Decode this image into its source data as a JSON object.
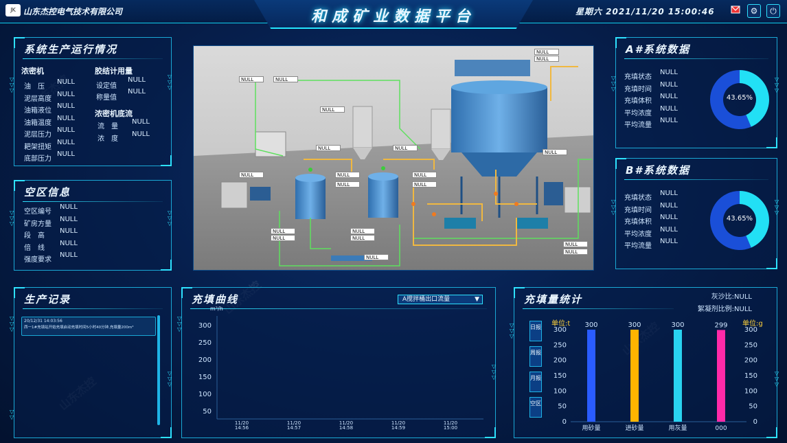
{
  "header": {
    "company": "山东杰控电气技术有限公司",
    "logo_text": "JK",
    "title": "和成矿业数据平台",
    "datetime": "星期六  2021/11/20  15:00:46",
    "colors": {
      "accent": "#2ee2ff",
      "bg": "#04163a"
    }
  },
  "icons": {
    "mail": "mail-icon",
    "settings": "gear-icon",
    "power": "power-icon"
  },
  "production": {
    "title": "系统生产运行情况",
    "thickener": {
      "title": "浓密机",
      "rows": [
        {
          "label": "油　压",
          "value": "NULL"
        },
        {
          "label": "泥层高度",
          "value": "NULL"
        },
        {
          "label": "油箱液位",
          "value": "NULL"
        },
        {
          "label": "油箱温度",
          "value": "NULL"
        },
        {
          "label": "泥层压力",
          "value": "NULL"
        },
        {
          "label": "耙架扭矩",
          "value": "NULL"
        },
        {
          "label": "底部压力",
          "value": "NULL"
        }
      ]
    },
    "cement": {
      "title": "胶结计用量",
      "rows": [
        {
          "label": "设定值",
          "value": "NULL"
        },
        {
          "label": "称量值",
          "value": "NULL"
        }
      ]
    },
    "underflow": {
      "title": "浓密机底流",
      "rows": [
        {
          "label": "流　量",
          "value": "NULL"
        },
        {
          "label": "浓　度",
          "value": "NULL"
        }
      ]
    }
  },
  "zone": {
    "title": "空区信息",
    "rows": [
      {
        "label": "空区编号",
        "value": "NULL"
      },
      {
        "label": "矿房方量",
        "value": "NULL"
      },
      {
        "label": "段　高",
        "value": "NULL"
      },
      {
        "label": "倍　线",
        "value": "NULL"
      },
      {
        "label": "强度要求",
        "value": "NULL"
      }
    ]
  },
  "records": {
    "title": "生产记录",
    "entry_time": "20/12/31 14:03:56",
    "entry_text": "西一1#充填站开始充填启动充填时间5小时40分钟,充填量200m³"
  },
  "scene": {
    "null_label": "NULL"
  },
  "systemA": {
    "title": "A#系统数据",
    "rows": [
      {
        "label": "充填状态",
        "value": "NULL"
      },
      {
        "label": "充填时间",
        "value": "NULL"
      },
      {
        "label": "充填体积",
        "value": "NULL"
      },
      {
        "label": "平均浓度",
        "value": "NULL"
      },
      {
        "label": "平均流量",
        "value": "NULL"
      }
    ],
    "percent": 43.65,
    "percent_text": "43.65%"
  },
  "systemB": {
    "title": "B#系统数据",
    "rows": [
      {
        "label": "充填状态",
        "value": "NULL"
      },
      {
        "label": "充填时间",
        "value": "NULL"
      },
      {
        "label": "充填体积",
        "value": "NULL"
      },
      {
        "label": "平均浓度",
        "value": "NULL"
      },
      {
        "label": "平均流量",
        "value": "NULL"
      }
    ],
    "percent": 43.65,
    "percent_text": "43.65%"
  },
  "curve": {
    "title": "充填曲线",
    "dropdown": "A搅拌桶出口流量"
  },
  "stats": {
    "title": "充填量统计",
    "ratio_sand": "灰沙比:NULL",
    "ratio_floc": "絮凝剂比例:NULL",
    "tabs": [
      "日报",
      "周报",
      "月报",
      "空区"
    ]
  },
  "chart_data": [
    {
      "type": "line",
      "title": "",
      "ylabel": "m³/h",
      "y_ticks": [
        "300",
        "250",
        "200",
        "150",
        "100",
        "50"
      ],
      "ylim": [
        0,
        300
      ],
      "x": [
        "11/20\n14:56",
        "11/20\n14:57",
        "11/20\n14:58",
        "11/20\n14:59",
        "11/20\n15:00"
      ],
      "series": []
    },
    {
      "type": "bar",
      "unit_left": "单位:t",
      "unit_right": "单位:g",
      "categories": [
        "用砂量",
        "进砂量",
        "用灰量",
        "000"
      ],
      "values": [
        300,
        300,
        300,
        299
      ],
      "value_labels": [
        "300",
        "300",
        "300",
        "299"
      ],
      "colors": [
        "#2a5cff",
        "#ffb400",
        "#29d3f0",
        "#ff2aa8"
      ],
      "y_ticks": [
        "300",
        "250",
        "200",
        "150",
        "100",
        "50",
        "0"
      ],
      "ylim": [
        0,
        300
      ]
    }
  ]
}
